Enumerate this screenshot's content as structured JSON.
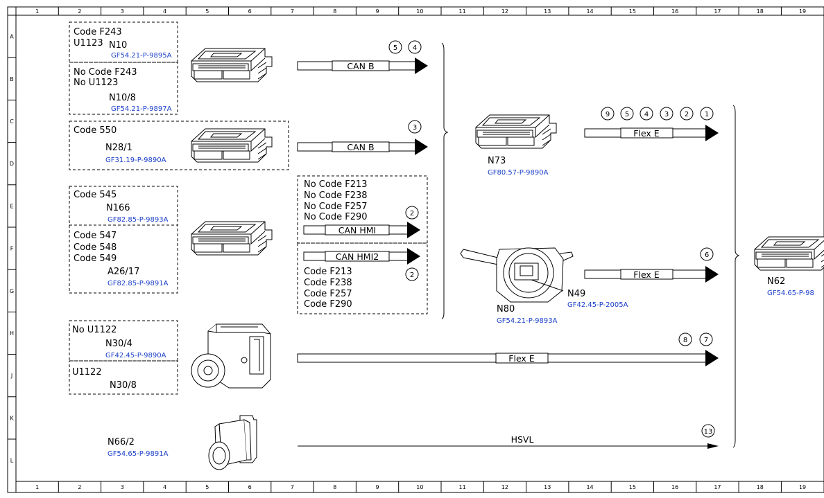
{
  "grid": {
    "columns": [
      "1",
      "2",
      "3",
      "4",
      "5",
      "6",
      "7",
      "8",
      "9",
      "10",
      "11",
      "12",
      "13",
      "14",
      "15",
      "16",
      "17",
      "18",
      "19"
    ],
    "rows": [
      "A",
      "B",
      "C",
      "D",
      "E",
      "F",
      "G",
      "H",
      "J",
      "K",
      "L"
    ]
  },
  "groups": {
    "n10": {
      "line1": "Code F243",
      "line2": "U1123",
      "name": "N10",
      "ref": "GF54.21-P-9895A"
    },
    "n10_8": {
      "line1": "No Code F243",
      "line2": "No U1123",
      "name": "N10/8",
      "ref": "GF54.21-P-9897A"
    },
    "n28_1": {
      "line1": "Code 550",
      "name": "N28/1",
      "ref": "GF31.19-P-9890A"
    },
    "n166": {
      "line1": "Code 545",
      "name": "N166",
      "ref": "GF82.85-P-9893A"
    },
    "a26_17": {
      "line1": "Code 547",
      "line2": "Code 548",
      "line3": "Code 549",
      "name": "A26/17",
      "ref": "GF82.85-P-9891A"
    },
    "n30_4": {
      "line1": "No U1122",
      "name": "N30/4",
      "ref": "GF42.45-P-9890A"
    },
    "n30_8": {
      "line1": "U1122",
      "name": "N30/8"
    },
    "n66_2": {
      "name": "N66/2",
      "ref": "GF54.65-P-9891A"
    },
    "can_hmi_codes": {
      "l1": "No Code F213",
      "l2": "No Code F238",
      "l3": "No Code F257",
      "l4": "No Code F290"
    },
    "can_hmi2_codes": {
      "l1": "Code F213",
      "l2": "Code F238",
      "l3": "Code F257",
      "l4": "Code F290"
    }
  },
  "buses": {
    "can_b_1": "CAN B",
    "can_b_2": "CAN B",
    "can_hmi": "CAN HMI",
    "can_hmi2": "CAN HMI2",
    "flex_e_1": "Flex E",
    "flex_e_2": "Flex E",
    "flex_e_3": "Flex E",
    "hsvl": "HSVL"
  },
  "circles": {
    "c1": "5",
    "c2": "4",
    "c3": "3",
    "c4": "2",
    "c5": "2",
    "c6": "9",
    "c7": "5",
    "c8": "4",
    "c9": "3",
    "c10": "2",
    "c11": "1",
    "c12": "6",
    "c13": "8",
    "c14": "7",
    "c15": "13"
  },
  "modules": {
    "n73": {
      "name": "N73",
      "ref": "GF80.57-P-9890A"
    },
    "n80": {
      "name": "N80",
      "ref": "GF54.21-P-9893A"
    },
    "n49": {
      "name": "N49",
      "ref": "GF42.45-P-2005A"
    },
    "n62": {
      "name": "N62",
      "ref": "GF54.65-P-98"
    }
  }
}
